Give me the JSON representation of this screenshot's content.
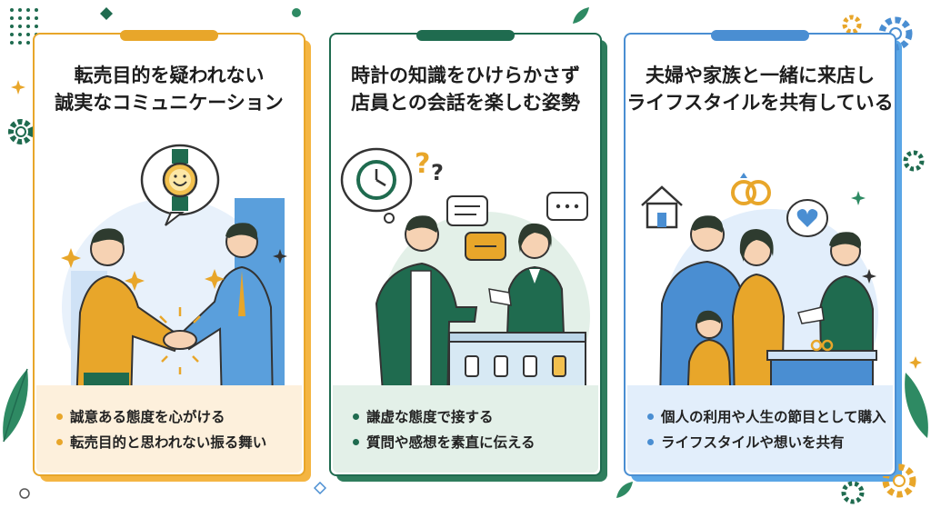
{
  "panels": [
    {
      "title_line1": "転売目的を疑われない",
      "title_line2": "誠実なコミュニケーション",
      "bullets": [
        "誠意ある態度を心がける",
        "転売目的と思われない振る舞い"
      ],
      "accent": "#e8a62a"
    },
    {
      "title_line1": "時計の知識をひけらかさず",
      "title_line2": "店員との会話を楽しむ姿勢",
      "bullets": [
        "謙虚な態度で接する",
        "質問や感想を素直に伝える"
      ],
      "accent": "#1f6b4f"
    },
    {
      "title_line1": "夫婦や家族と一緒に来店し",
      "title_line2": "ライフスタイルを共有している",
      "bullets": [
        "個人の利用や人生の節目として購入",
        "ライフスタイルや想いを共有"
      ],
      "accent": "#4a8ed2"
    }
  ],
  "icons": [
    "watch-icon",
    "handshake-icon",
    "sparkle-icon",
    "clock-icon",
    "question-icon",
    "speech-bubble-icon",
    "display-case-icon",
    "house-icon",
    "rings-icon",
    "heart-icon",
    "gear-icon",
    "leaf-icon"
  ],
  "colors": {
    "orange": "#e8a62a",
    "green": "#1f6b4f",
    "blue": "#4a8ed2"
  }
}
